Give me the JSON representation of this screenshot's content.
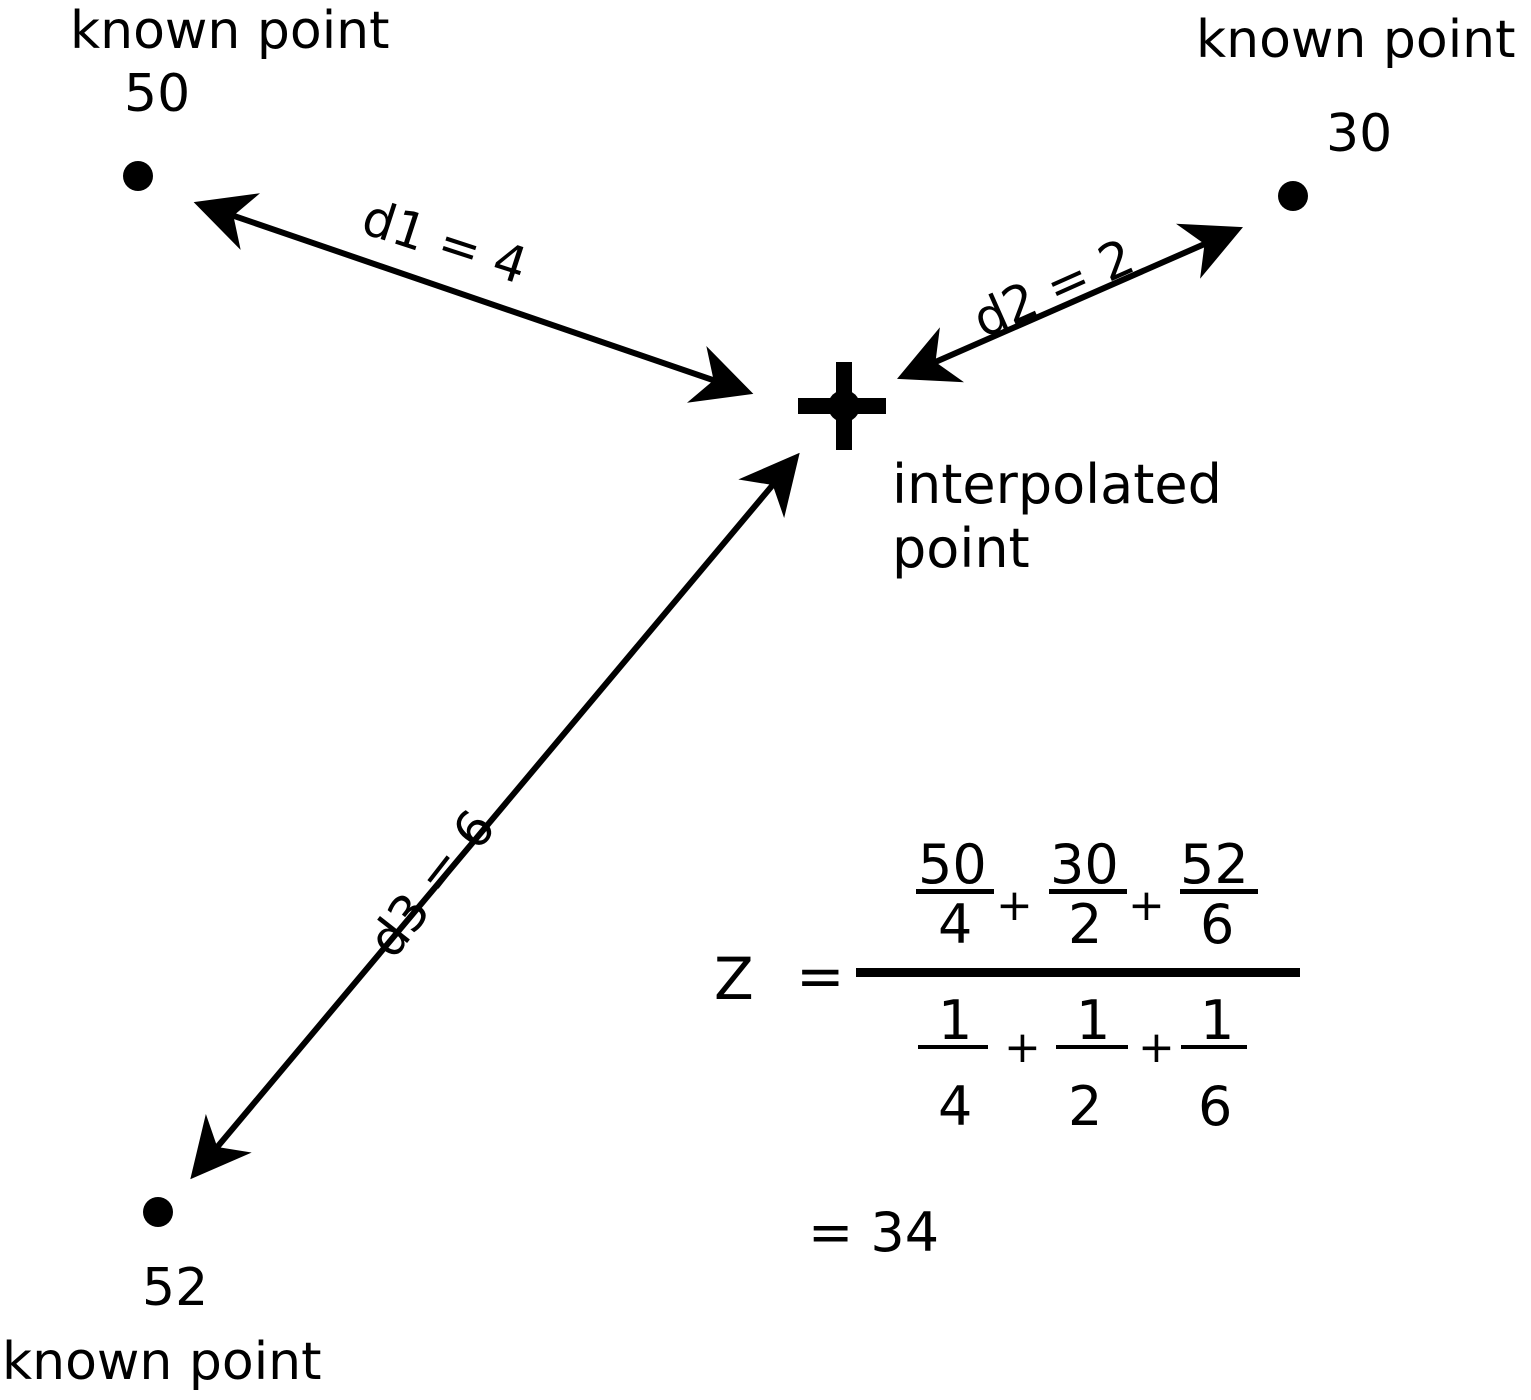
{
  "colors": {
    "ink": "#000000",
    "background": "#ffffff"
  },
  "known_points": [
    {
      "label": "known point",
      "value": "50",
      "distance_label": "d1 = 4"
    },
    {
      "label": "known point",
      "value": "30",
      "distance_label": "d2 = 2"
    },
    {
      "label": "known point",
      "value": "52",
      "distance_label": "d3 = 6"
    }
  ],
  "interpolated": {
    "line1": "interpolated",
    "line2": "point"
  },
  "formula": {
    "z_symbol": "Z",
    "equals": "=",
    "numerator_terms": [
      {
        "num": "50",
        "den": "4"
      },
      {
        "num": "30",
        "den": "2"
      },
      {
        "num": "52",
        "den": "6"
      }
    ],
    "denominator_terms": [
      {
        "num": "1",
        "den": "4"
      },
      {
        "num": "1",
        "den": "2"
      },
      {
        "num": "1",
        "den": "6"
      }
    ],
    "plus": "+",
    "result": "= 34"
  }
}
